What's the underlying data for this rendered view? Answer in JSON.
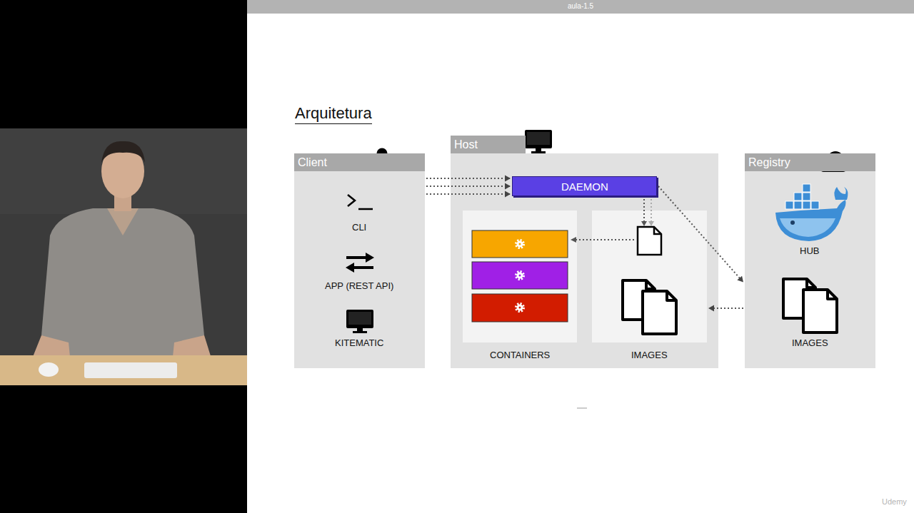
{
  "diagram": {
    "title": "Arquitetura",
    "nodes": [
      {
        "text": [
          "Client"
        ]
      },
      {
        "text": [
          "Host"
        ]
      },
      {
        "text": [
          "DAEMON"
        ],
        "in": 1
      },
      {
        "text": [
          "CONTAINERS"
        ],
        "in": 1
      },
      {
        "text": [
          "IMAGES"
        ],
        "in": 1
      },
      {
        "text": [
          "Registry"
        ]
      }
    ],
    "edges": [
      {
        "from": 0,
        "to": 2,
        "arrow": "to"
      },
      {
        "from": 0,
        "to": 2,
        "arrow": "to"
      },
      {
        "from": 0,
        "to": 2,
        "arrow": "to"
      },
      {
        "from": 2,
        "to": 5,
        "arrow": "to"
      },
      {
        "from": 5,
        "to": 4,
        "arrow": "to"
      }
    ],
    "labels": [
      "aula-1.5",
      "CLI",
      "APP (REST API)",
      "KITEMATIC",
      "HUB",
      "IMAGES",
      "Udemy"
    ]
  }
}
